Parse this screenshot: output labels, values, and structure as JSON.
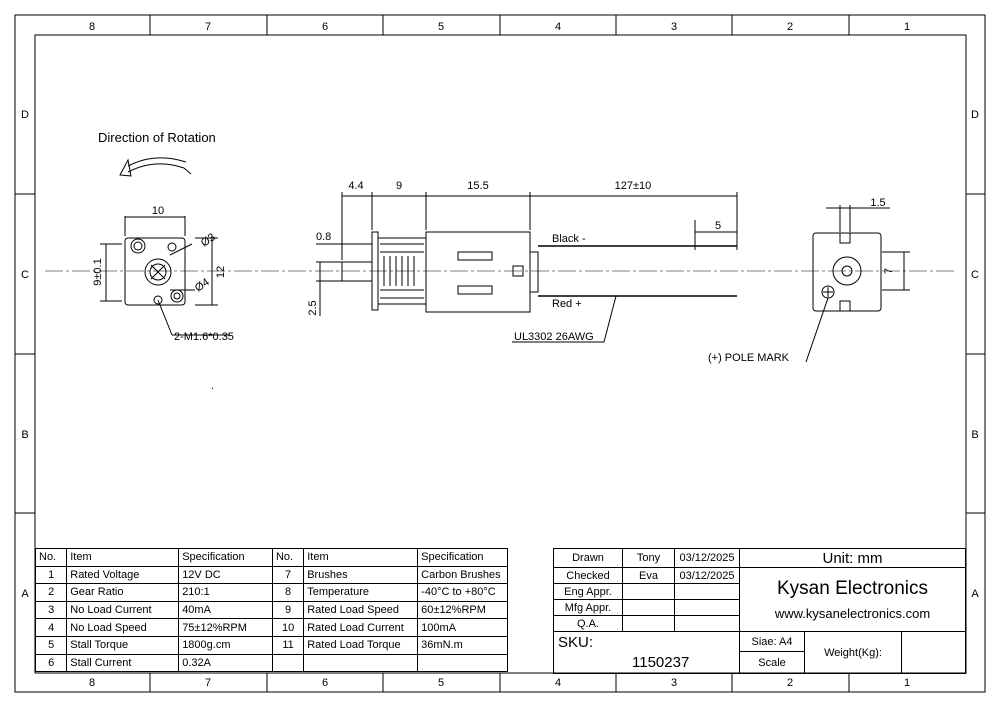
{
  "border": {
    "col_labels": [
      "8",
      "7",
      "6",
      "5",
      "4",
      "3",
      "2",
      "1"
    ],
    "row_labels": [
      "D",
      "C",
      "B",
      "A"
    ]
  },
  "views": {
    "rotation_label": "Direction of Rotation",
    "front": {
      "width": "10",
      "height": "12",
      "center": "9±0.1",
      "hole_a": "Ø3",
      "hole_b": "Ø4",
      "screw": "2-M1.6*0.35"
    },
    "side": {
      "d1": "4.4",
      "d2": "9",
      "d3": "15.5",
      "d4": "127±10",
      "d5": "5",
      "shaft": "0.8",
      "offset": "2.5",
      "wire_black": "Black -",
      "wire_red": "Red +",
      "wire_spec": "UL3302  26AWG"
    },
    "rear": {
      "d1": "1.5",
      "d2": "7",
      "pole": "(+) POLE MARK"
    }
  },
  "spec_table": {
    "headers": [
      "No.",
      "Item",
      "Specification",
      "No.",
      "Item",
      "Specification"
    ],
    "rows": [
      [
        "1",
        "Rated Voltage",
        "12V DC",
        "7",
        "Brushes",
        "Carbon Brushes"
      ],
      [
        "2",
        "Gear Ratio",
        "210:1",
        "8",
        "Temperature",
        "-40°C to +80°C"
      ],
      [
        "3",
        "No Load Current",
        "40mA",
        "9",
        "Rated Load Speed",
        "60±12%RPM"
      ],
      [
        "4",
        "No Load Speed",
        "75±12%RPM",
        "10",
        "Rated Load Current",
        "100mA"
      ],
      [
        "5",
        "Stall Torque",
        "1800g.cm",
        "11",
        "Rated Load Torque",
        "36mN.m"
      ],
      [
        "6",
        "Stall Current",
        "0.32A",
        "",
        "",
        ""
      ]
    ]
  },
  "title_block": {
    "drawn_label": "Drawn",
    "drawn_by": "Tony",
    "drawn_date": "03/12/2025",
    "checked_label": "Checked",
    "checked_by": "Eva",
    "checked_date": "03/12/2025",
    "eng_label": "Eng Appr.",
    "mfg_label": "Mfg Appr.",
    "qa_label": "Q.A.",
    "unit": "Unit: mm",
    "company": "Kysan Electronics",
    "website": "www.kysanelectronics.com",
    "sku_label": "SKU:",
    "sku": "1150237",
    "size": "Siae: A4",
    "scale_label": "Scale",
    "weight_label": "Weight(Kg):"
  }
}
